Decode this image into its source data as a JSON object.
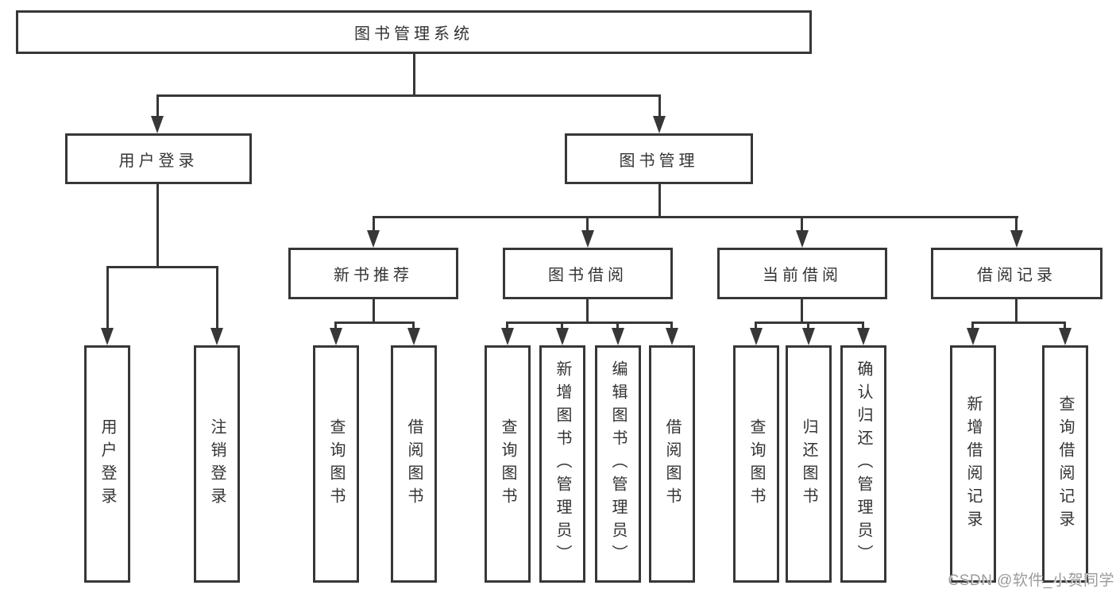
{
  "colors": {
    "line": "#373737",
    "text": "#333333",
    "background": "#ffffff",
    "watermark": "#9b9b9b"
  },
  "watermark": {
    "text": "CSDN @软件_小贺同学"
  },
  "tree": {
    "label": "图书管理系统",
    "children": [
      {
        "label": "用户登录",
        "children": [
          {
            "label": "用户登录"
          },
          {
            "label": "注销登录"
          }
        ]
      },
      {
        "label": "图书管理",
        "children": [
          {
            "label": "新书推荐",
            "children": [
              {
                "label": "查询图书"
              },
              {
                "label": "借阅图书"
              }
            ]
          },
          {
            "label": "图书借阅",
            "children": [
              {
                "label": "查询图书"
              },
              {
                "label": "新增图书（管理员）"
              },
              {
                "label": "编辑图书（管理员）"
              },
              {
                "label": "借阅图书"
              }
            ]
          },
          {
            "label": "当前借阅",
            "children": [
              {
                "label": "查询图书"
              },
              {
                "label": "归还图书"
              },
              {
                "label": "确认归还（管理员）"
              }
            ]
          },
          {
            "label": "借阅记录",
            "children": [
              {
                "label": "新增借阅记录"
              },
              {
                "label": "查询借阅记录"
              }
            ]
          }
        ]
      }
    ]
  }
}
